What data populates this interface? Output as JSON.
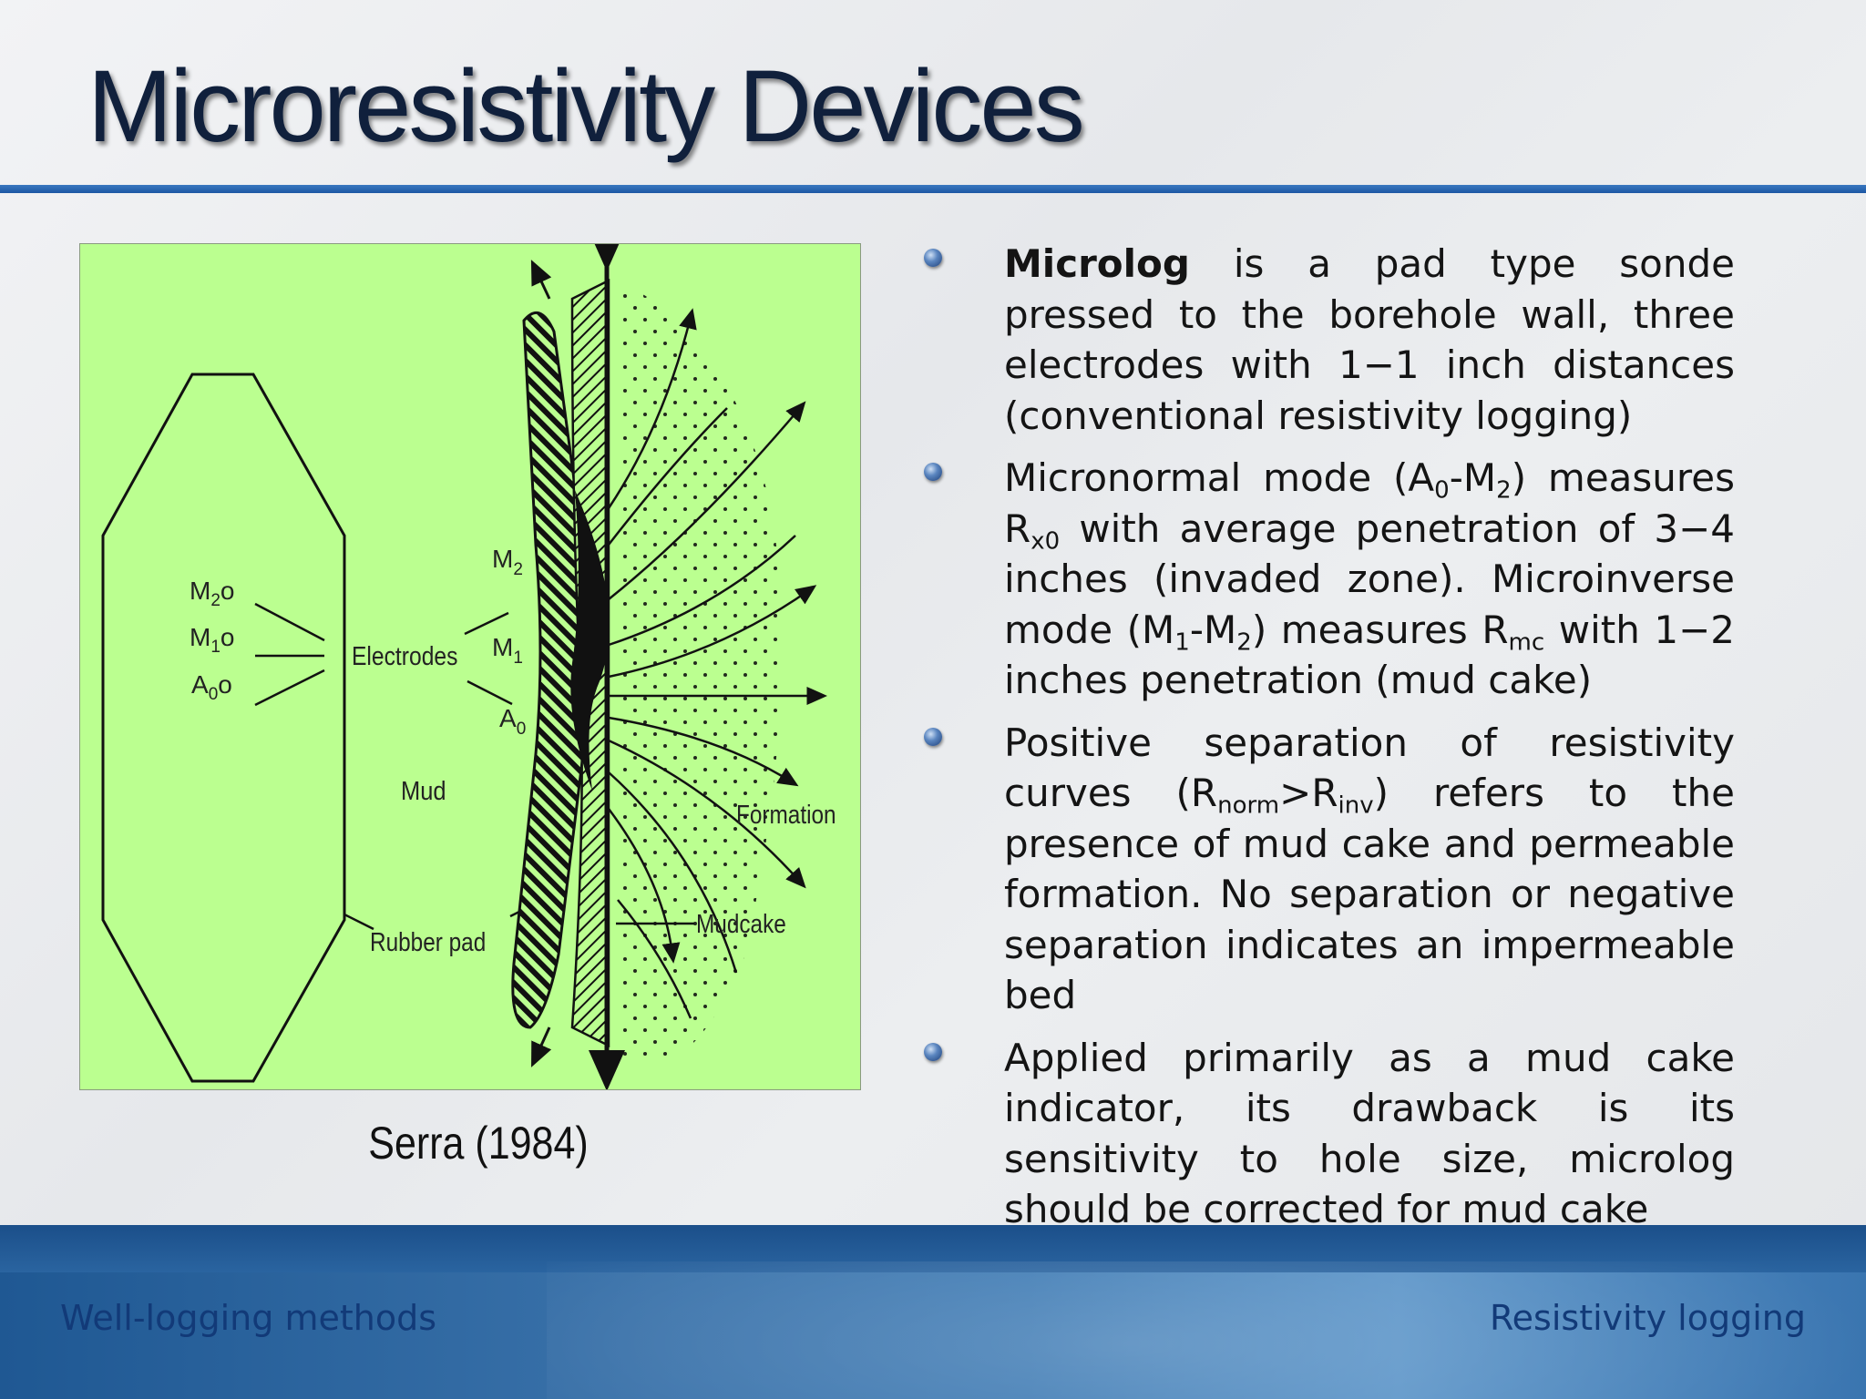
{
  "slide": {
    "title": "Microresistivity Devices"
  },
  "figure": {
    "labels": {
      "m2_electrode": "M",
      "m2_sub": "2",
      "m1_electrode": "M",
      "m1_sub": "1",
      "a0_electrode": "A",
      "a0_sub": "0",
      "electrode_circle": "o",
      "electrodes": "Electrodes",
      "m2": "M",
      "m2_small": "2",
      "m1": "M",
      "m1_small": "1",
      "a0": "A",
      "a0_small": "0",
      "mud": "Mud",
      "formation": "Formation",
      "mudcake": "Mudcake",
      "rubber_pad": "Rubber pad"
    },
    "caption": "Serra (1984)",
    "colors": {
      "background": "#bbff90",
      "ink": "#111111"
    }
  },
  "bullets": [
    {
      "b1_bold": "Microlog",
      "b1_text": " is a pad type sonde pressed to the borehole wall, three electrodes with 1−1 inch distances (conventional resistivity logging)"
    },
    {
      "p1": "Micronormal mode (A",
      "s1": "0",
      "p2": "-M",
      "s2": "2",
      "p3": ") measures R",
      "s3": "x0",
      "p4": " with average penetration of 3−4 inches (invaded zone). Microinverse mode (M",
      "s4": "1",
      "p5": "-M",
      "s5": "2",
      "p6": ") measures R",
      "s6": "mc",
      "p7": " with 1−2 inches penetration (mud cake)"
    },
    {
      "p1": "Positive separation of resistivity curves (R",
      "s1": "norm",
      "p2": ">R",
      "s2": "inv",
      "p3": ") refers to the presence of mud cake and permeable formation. No separation or negative separation indicates an impermeable bed"
    },
    {
      "text": "Applied primarily as a mud cake indicator, its drawback is its sensitivity to hole size, microlog should be corrected for mud cake"
    }
  ],
  "footer": {
    "left": "Well-logging methods",
    "right": "Resistivity logging"
  },
  "colors": {
    "title": "#10203c",
    "rule": "#1c57a3",
    "footer_text": "#123a78"
  }
}
